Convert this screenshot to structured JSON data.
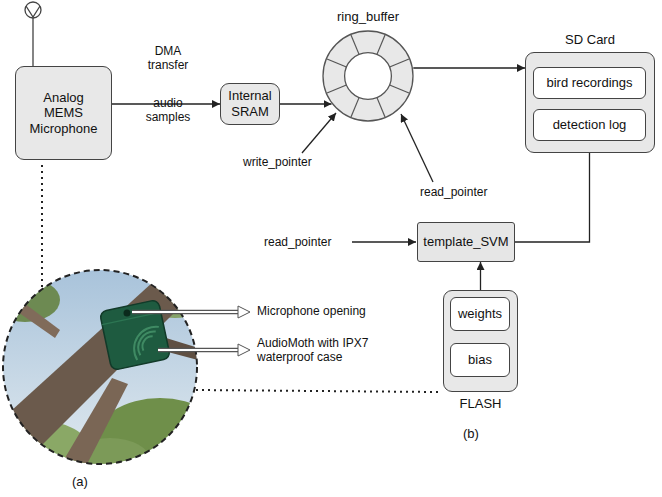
{
  "diagram": {
    "nodes": [
      {
        "text": [
          "Analog MEMS Microphone"
        ]
      },
      {
        "text": [
          "Internal SRAM"
        ]
      },
      {
        "text": [
          "ring_buffer"
        ]
      },
      {
        "text": [
          "SD Card"
        ]
      },
      {
        "text": [
          "bird recordings"
        ],
        "in": 3
      },
      {
        "text": [
          "detection log"
        ],
        "in": 3
      },
      {
        "text": [
          "template_SVM"
        ]
      },
      {
        "text": [
          "FLASH"
        ]
      },
      {
        "text": [
          "weights"
        ],
        "in": 7
      },
      {
        "text": [
          "bias"
        ],
        "in": 7
      }
    ],
    "edges": [
      {
        "from": 0,
        "to": 1,
        "arrow": "to",
        "label": "DMA transfer"
      },
      {
        "from": 1,
        "to": 2,
        "arrow": "to"
      },
      {
        "from": 2,
        "to": 3,
        "arrow": "to"
      },
      {
        "from": 6,
        "to": 5,
        "arrow": "to"
      },
      {
        "from": 7,
        "to": 6,
        "arrow": "to"
      }
    ],
    "labels": [
      "audio samples",
      "write_pointer",
      "read_pointer",
      "read_pointer",
      "Microphone opening",
      "AudioMoth with IPX7 waterproof case",
      "(a)",
      "(b)"
    ]
  }
}
